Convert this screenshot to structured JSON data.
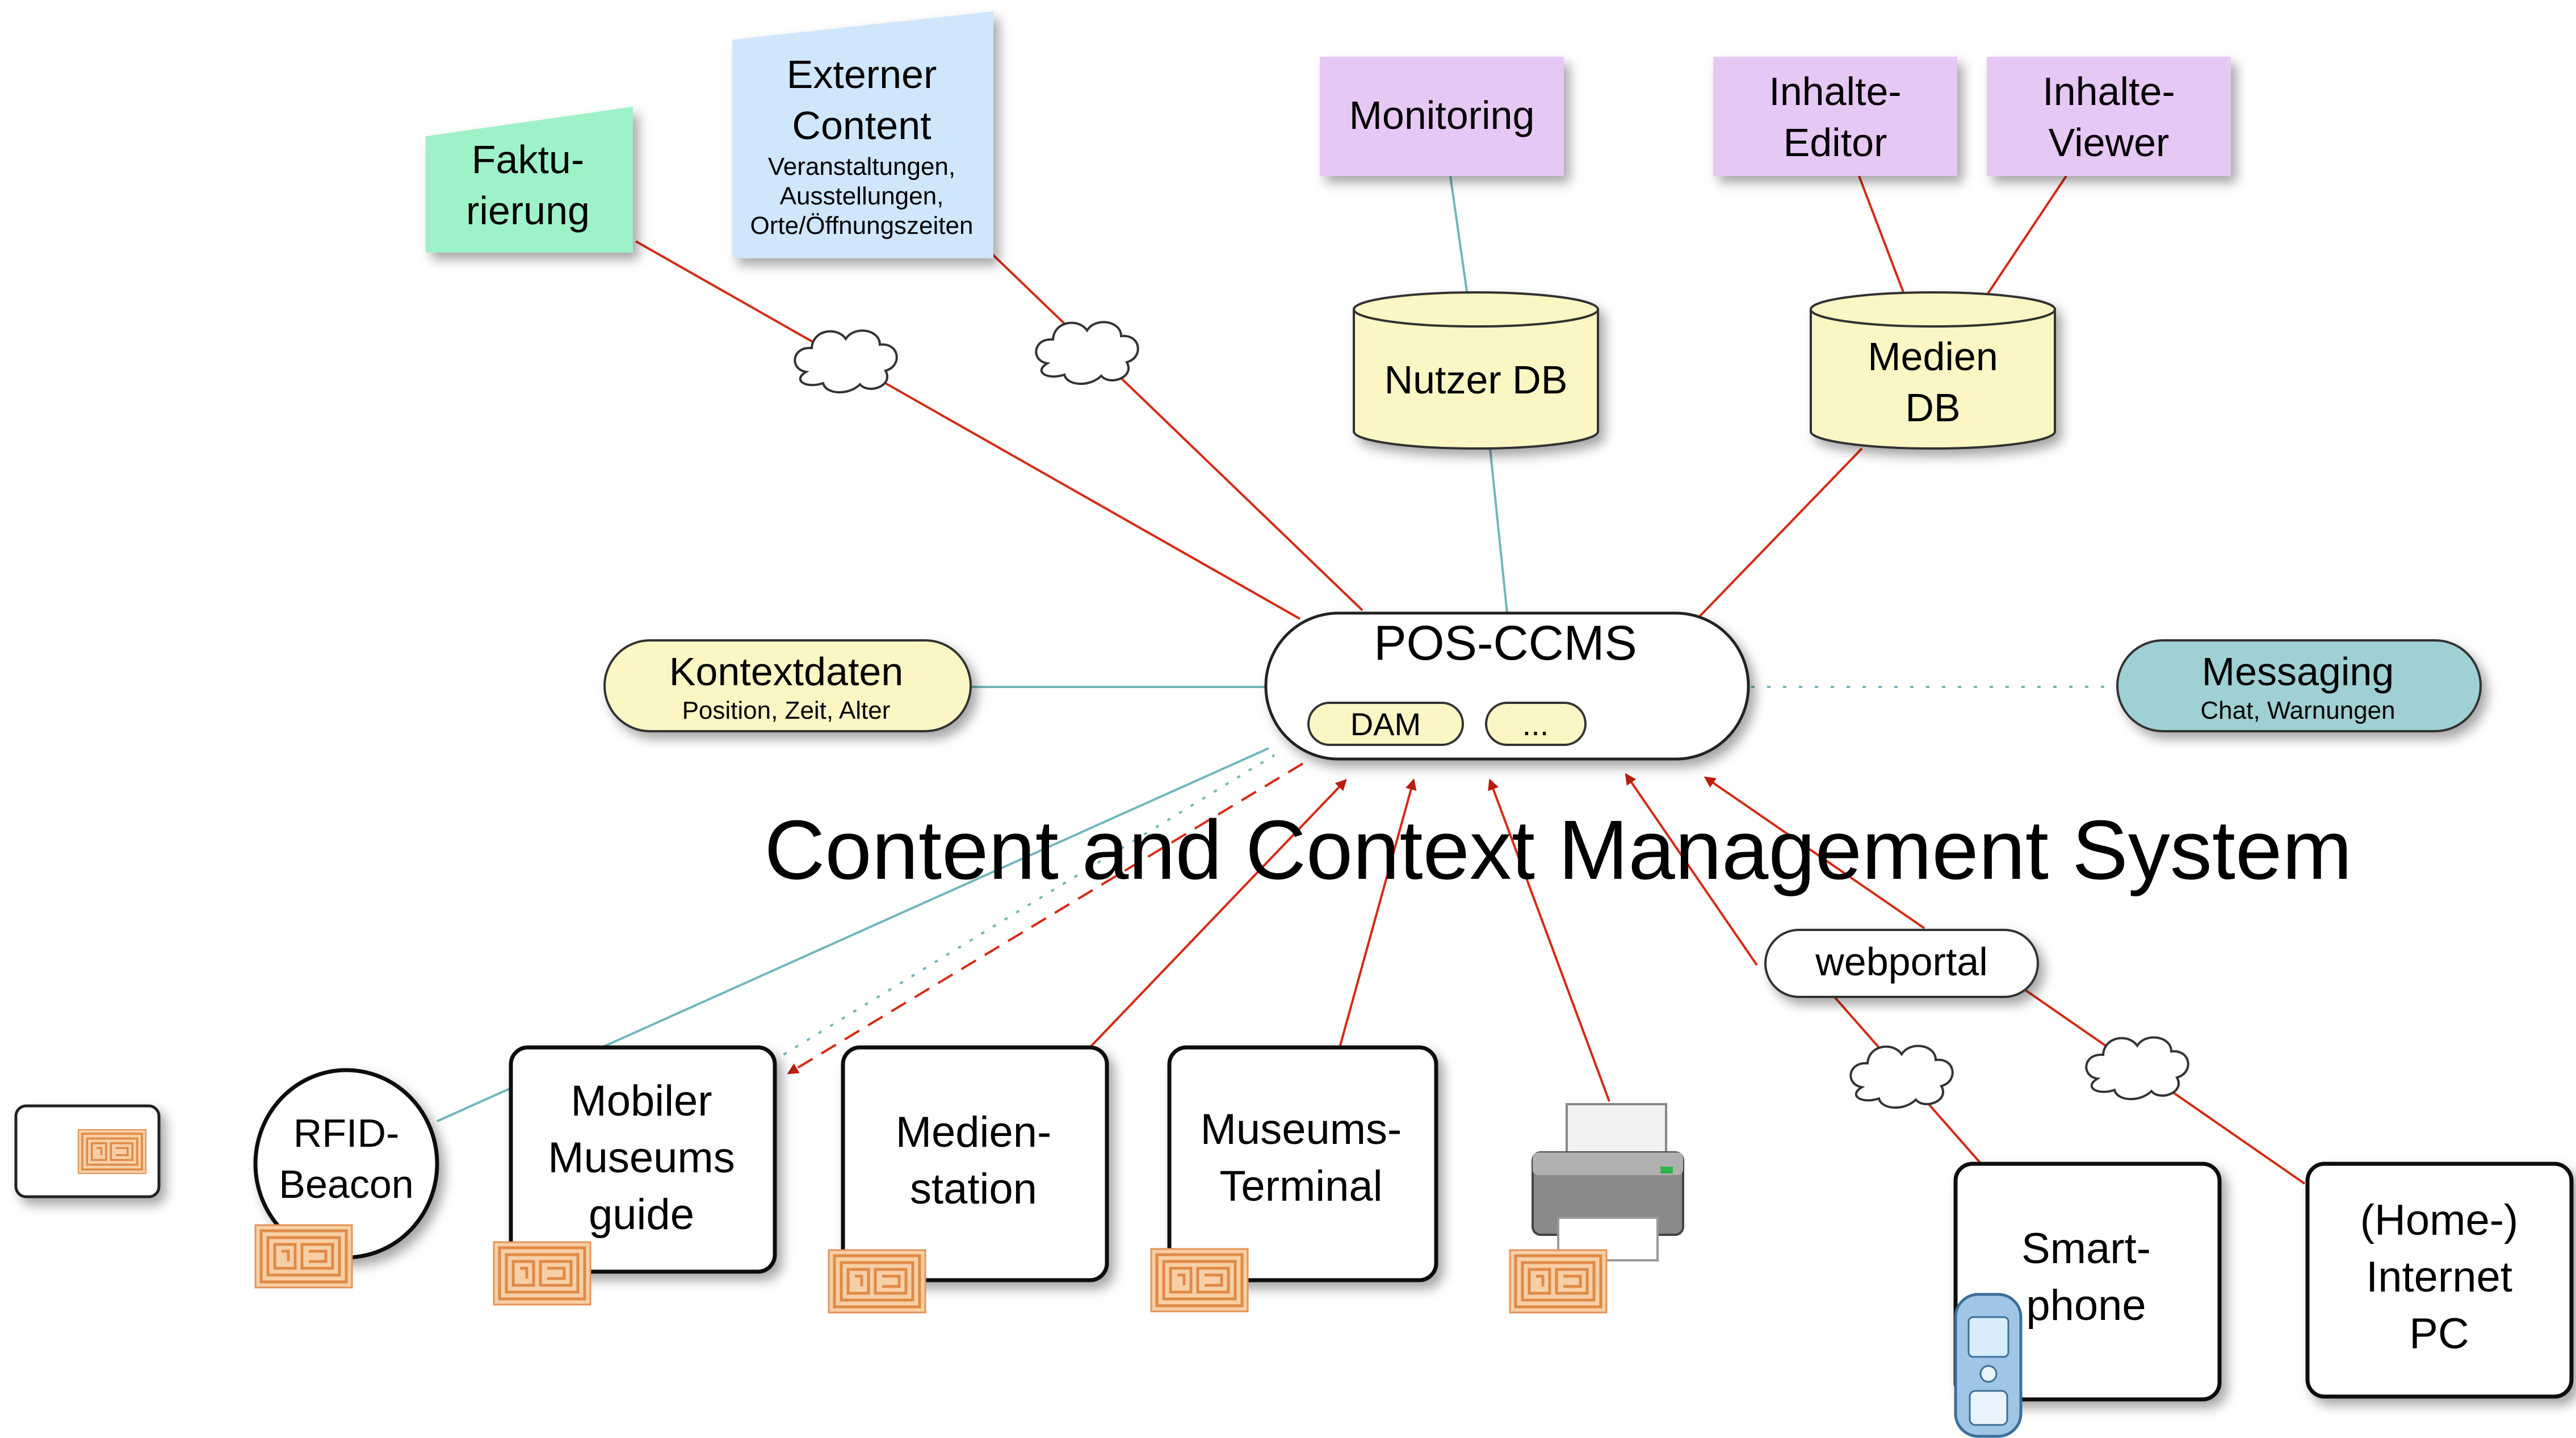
{
  "title": "Content and Context Management System",
  "core": {
    "label": "POS-CCMS",
    "modules": [
      "DAM",
      "..."
    ]
  },
  "external": {
    "fakturierung": [
      "Faktu-",
      "rierung"
    ],
    "externer_content": {
      "title": [
        "Externer",
        "Content"
      ],
      "details": [
        "Veranstaltungen,",
        "Ausstellungen,",
        "Orte/Öffnungszeiten"
      ]
    },
    "monitoring": "Monitoring",
    "inhalte_editor": [
      "Inhalte-",
      "Editor"
    ],
    "inhalte_viewer": [
      "Inhalte-",
      "Viewer"
    ]
  },
  "databases": {
    "nutzer_db": [
      "Nutzer DB"
    ],
    "medien_db": [
      "Medien",
      "DB"
    ]
  },
  "kontextdaten": {
    "title": "Kontextdaten",
    "subtitle": "Position, Zeit, Alter"
  },
  "messaging": {
    "title": "Messaging",
    "subtitle": "Chat, Warnungen"
  },
  "webportal": "webportal",
  "devices": {
    "rfid_beacon": [
      "RFID-",
      "Beacon"
    ],
    "mobiler_guide": [
      "Mobiler",
      "Museums",
      "guide"
    ],
    "medienstation": [
      "Medien-",
      "station"
    ],
    "terminal": [
      "Museums-",
      "Terminal"
    ],
    "smartphone": [
      "Smart-",
      "phone"
    ],
    "internet_pc": [
      "(Home-)",
      "Internet",
      "PC"
    ]
  },
  "colors": {
    "green_note": "#9ef2c8",
    "blue_note": "#cfe6fb",
    "purple_note": "#e6c8f4",
    "db_yellow": "#fbf6c3",
    "messaging_teal": "#9fd0d4",
    "rfid_orange": "#f2b276",
    "red_line": "#d42a12",
    "teal_line": "#6fb7bc"
  }
}
